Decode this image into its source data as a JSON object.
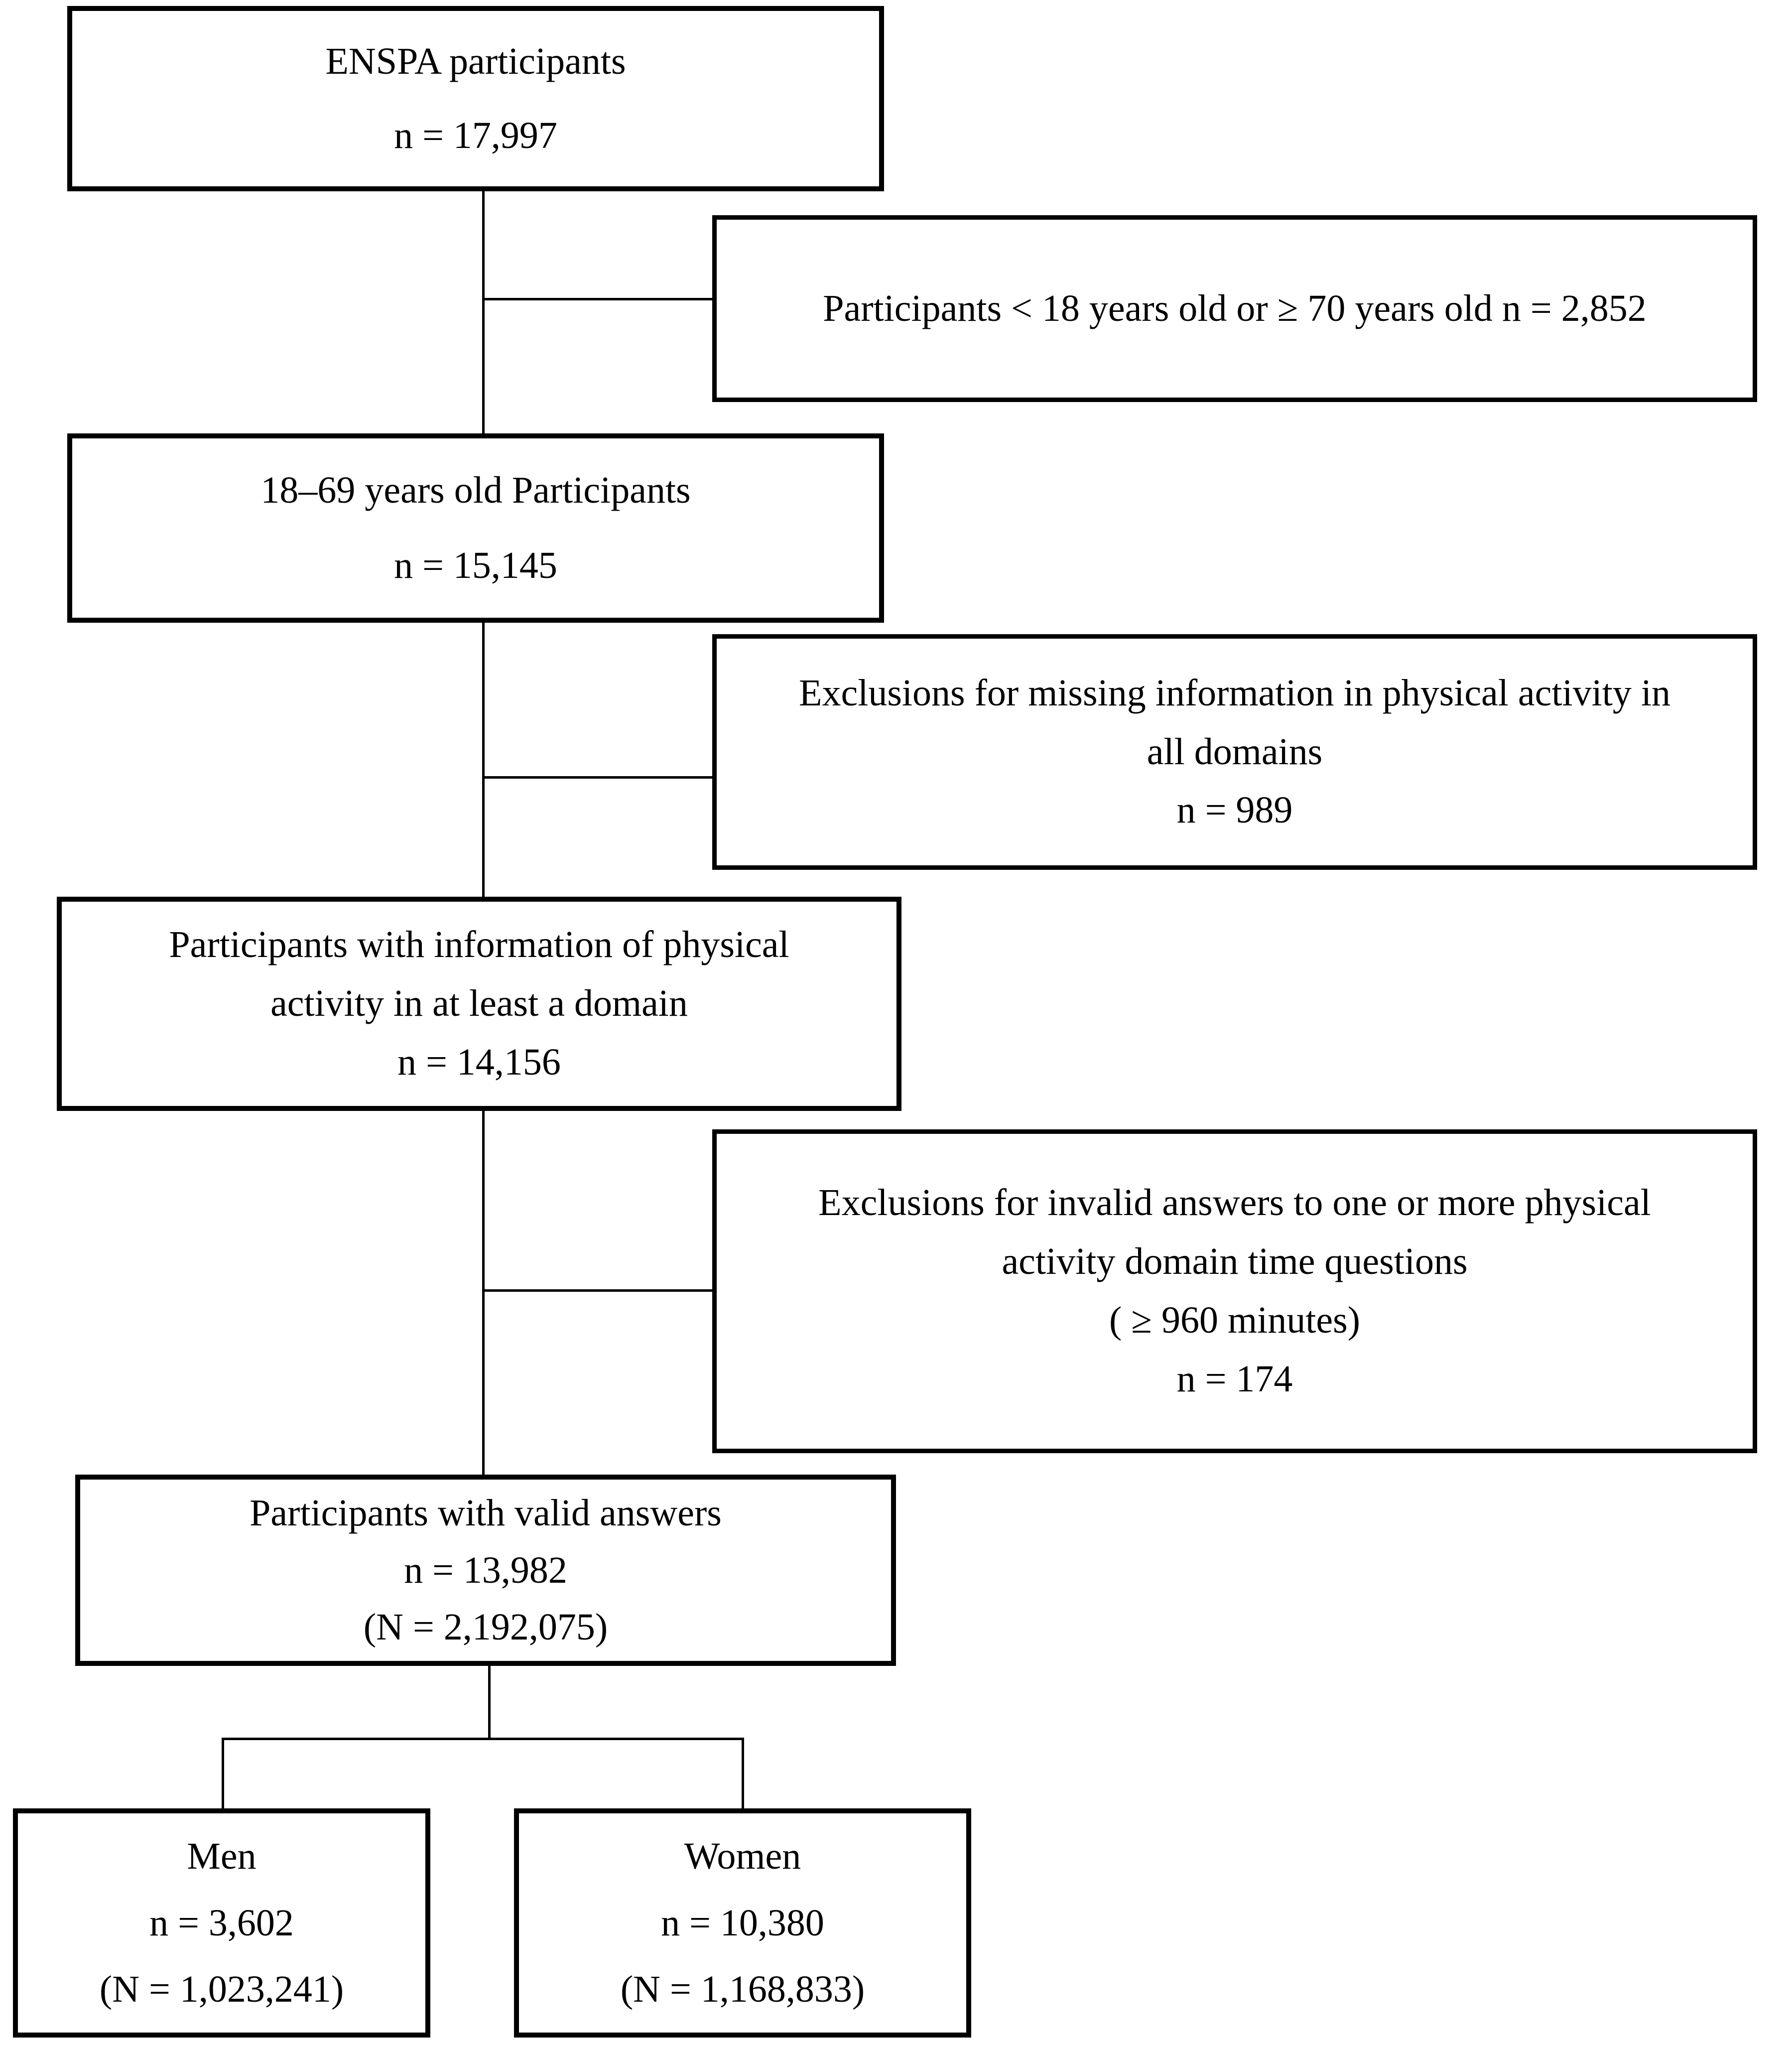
{
  "diagram": {
    "kind": "participant-flow-chart",
    "colors": {
      "line": "#000000",
      "background": "#ffffff",
      "text": "#000000"
    },
    "nodes": {
      "enspa": {
        "lines": [
          "ENSPA participants",
          "n = 17,997"
        ]
      },
      "age_exclusion": {
        "lines": [
          "Participants < 18 years old or ≥ 70 years old n = 2,852"
        ]
      },
      "age_range": {
        "lines": [
          "18–69 years old Participants",
          "n = 15,145"
        ]
      },
      "missing_exclusion": {
        "lines": [
          "Exclusions for missing information in physical activity in",
          "all domains",
          "n = 989"
        ]
      },
      "domain_info": {
        "lines": [
          "Participants with information of physical",
          "activity in at least a domain",
          "n = 14,156"
        ]
      },
      "invalid_exclusion": {
        "lines": [
          "Exclusions for invalid answers to one or more physical",
          "activity domain time questions",
          "( ≥ 960 minutes)",
          "n = 174"
        ]
      },
      "valid_answers": {
        "lines": [
          "Participants with valid answers",
          "n = 13,982",
          "(N = 2,192,075)"
        ]
      },
      "men": {
        "lines": [
          "Men",
          "n = 3,602",
          "(N = 1,023,241)"
        ]
      },
      "women": {
        "lines": [
          "Women",
          "n = 10,380",
          "(N = 1,168,833)"
        ]
      }
    }
  }
}
